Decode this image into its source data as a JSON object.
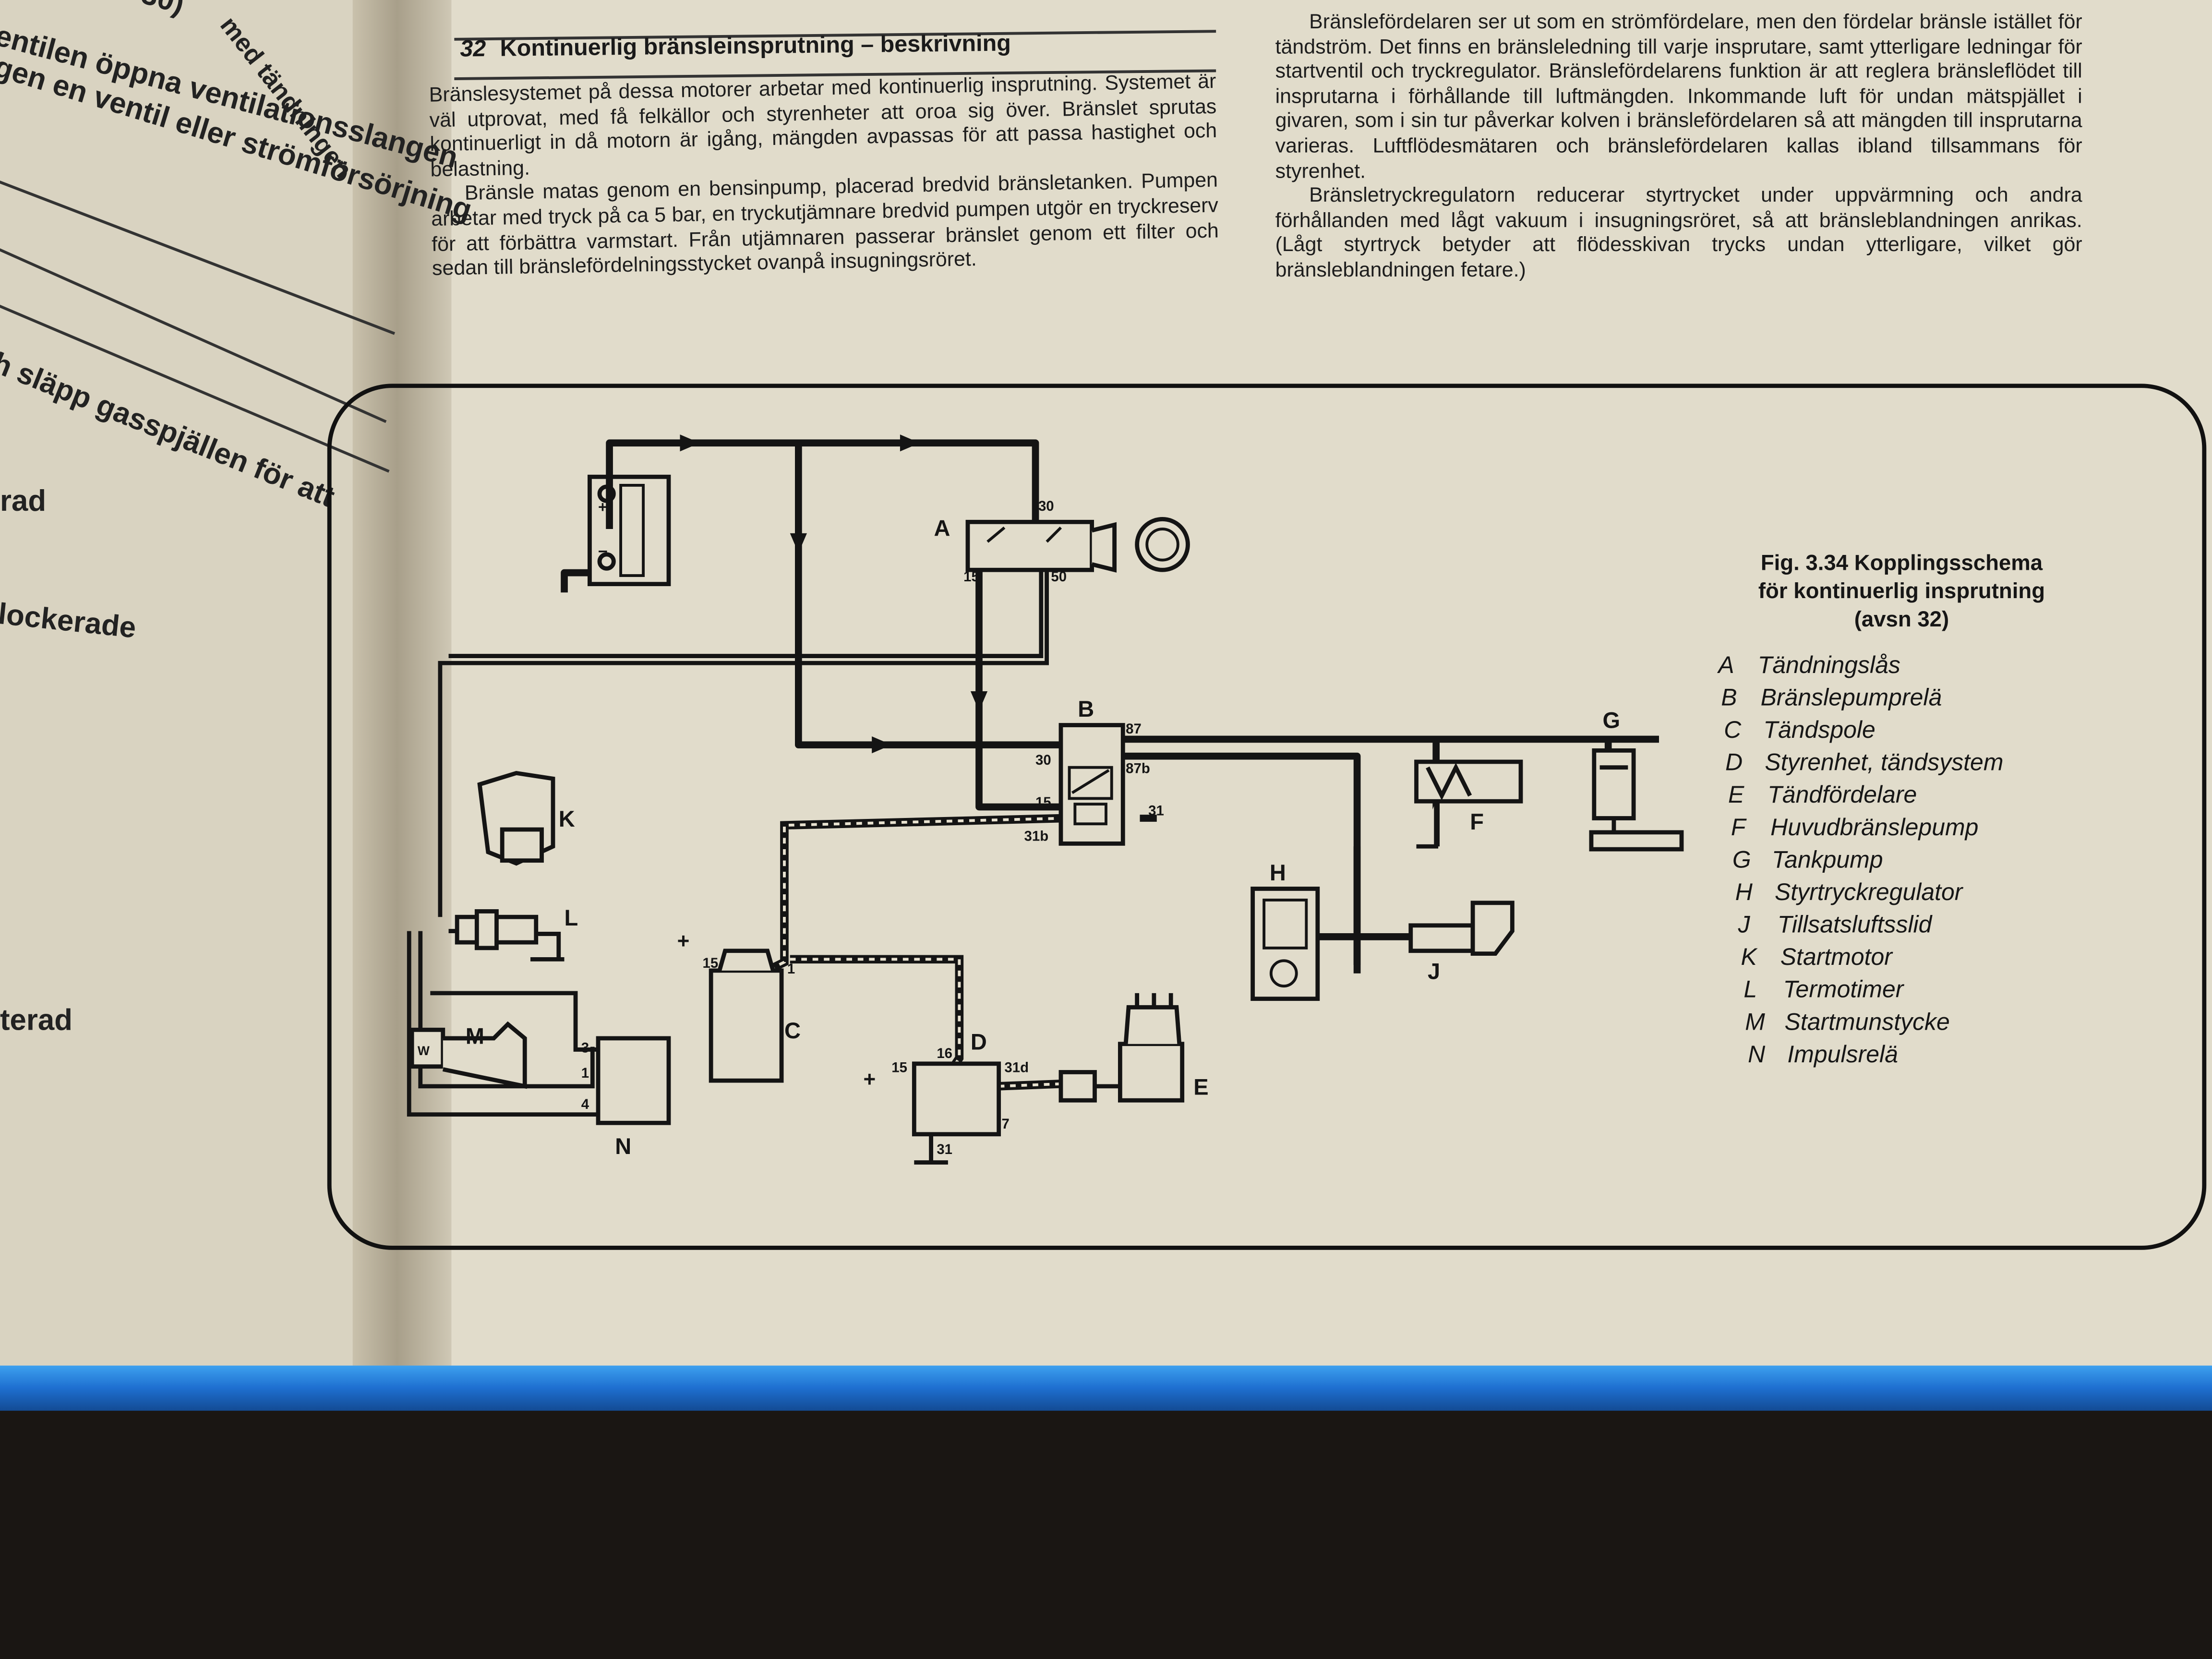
{
  "left_page": {
    "fragments": [
      "30)",
      "med tändningen",
      "entilen öppna ventilationsslangen",
      "gen en ventil eller strömförsörjning",
      "h släpp gasspjällen för att",
      "rad",
      "lockerade",
      "terad"
    ]
  },
  "section": {
    "number": "32",
    "title": "Kontinuerlig bränsleinsprutning – beskrivning"
  },
  "column1": {
    "p1": "Bränslesystemet på dessa motorer arbetar med kontinuerlig insprutning. Systemet är väl utprovat, med få felkällor och styrenheter att oroa sig över. Bränslet sprutas kontinuerligt in då motorn är igång, mängden avpassas för att passa hastighet och belastning.",
    "p2": "Bränsle matas genom en bensinpump, placerad bredvid bränsletanken. Pumpen arbetar med tryck på ca 5 bar, en tryckutjämnare bredvid pumpen utgör en tryckreserv för att förbättra varmstart. Från utjämnaren passerar bränslet genom ett filter och sedan till bränslefördelningsstycket ovanpå insugningsröret."
  },
  "column2": {
    "p1": "Bränslefördelaren ser ut som en strömfördelare, men den fördelar bränsle istället för tändström. Det finns en bränsleledning till varje insprutare, samt ytterligare ledningar för startventil och tryckregulator. Bränslefördelarens funktion är att reglera bränsleflödet till insprutarna i förhållande till luftmängden. Inkommande luft för undan mätspjället i givaren, som i sin tur påverkar kolven i bränslefördelaren så att mängden till insprutarna varieras. Luftflödesmätaren och bränslefördelaren kallas ibland tillsammans för styrenhet.",
    "p2": "Bränsletryckregulatorn reducerar styrtrycket under uppvärmning och andra förhållanden med lågt vakuum i insugningsröret, så att bränsleblandningen anrikas. (Lågt styrtryck betyder att flödesskivan trycks undan ytterligare, vilket gör bränsleblandningen fetare.)"
  },
  "figure": {
    "caption_line1": "Fig. 3.34 Kopplingsschema",
    "caption_line2": "för kontinuerlig insprutning",
    "caption_line3": "(avsn 32)",
    "legend": [
      {
        "key": "A",
        "text": "Tändningslås"
      },
      {
        "key": "B",
        "text": "Bränslepumprelä"
      },
      {
        "key": "C",
        "text": "Tändspole"
      },
      {
        "key": "D",
        "text": "Styrenhet, tändsystem"
      },
      {
        "key": "E",
        "text": "Tändfördelare"
      },
      {
        "key": "F",
        "text": "Huvudbränslepump"
      },
      {
        "key": "G",
        "text": "Tankpump"
      },
      {
        "key": "H",
        "text": "Styrtryckregulator"
      },
      {
        "key": "J",
        "text": "Tillsatsluftsslid"
      },
      {
        "key": "K",
        "text": "Startmotor"
      },
      {
        "key": "L",
        "text": "Termotimer"
      },
      {
        "key": "M",
        "text": "Startmunstycke"
      },
      {
        "key": "N",
        "text": "Impulsrelä"
      }
    ],
    "component_labels": {
      "A": "A",
      "B": "B",
      "C": "C",
      "D": "D",
      "E": "E",
      "F": "F",
      "G": "G",
      "H": "H",
      "J": "J",
      "K": "K",
      "L": "L",
      "M": "M",
      "N": "N"
    },
    "terminal_labels": {
      "a30": "30",
      "a15": "15",
      "a50": "50",
      "b87": "87",
      "b30": "30",
      "b87b": "87b",
      "b15": "15",
      "b31": "31",
      "b31b": "31b",
      "c15": "15",
      "c1": "1",
      "cplus": "+",
      "d15": "15",
      "d16": "16",
      "d31d": "31d",
      "d7": "7",
      "d31": "31",
      "dplus": "+",
      "n3": "3",
      "n1": "1",
      "n4": "4",
      "bat_plus": "+",
      "bat_minus": "–",
      "m_w": "W"
    }
  }
}
